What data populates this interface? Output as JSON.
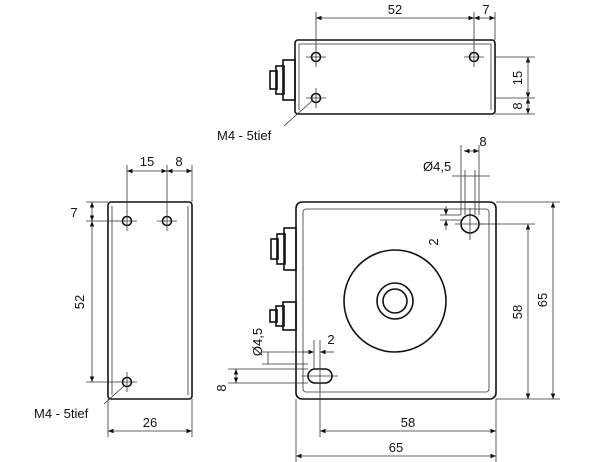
{
  "top_view": {
    "dim_width": "52",
    "dim_offset": "7",
    "dim_height_upper": "15",
    "dim_height_lower": "8",
    "thread_label": "M4 - 5tief"
  },
  "side_view": {
    "dim_top_left": "15",
    "dim_top_right": "8",
    "dim_left_top": "7",
    "dim_left_height": "52",
    "dim_bottom_width": "26",
    "thread_label": "M4 - 5tief"
  },
  "front_view": {
    "dim_slot_width": "8",
    "dim_hole_diameter_top": "Ø4,5",
    "dim_slot_offset_top": "2",
    "dim_inner_height": "58",
    "dim_outer_height": "65",
    "dim_hole_diameter_bottom": "Ø4,5",
    "dim_slot_offset_bottom": "2",
    "dim_slot_height_bottom": "8",
    "dim_inner_width": "58",
    "dim_outer_width": "65"
  }
}
